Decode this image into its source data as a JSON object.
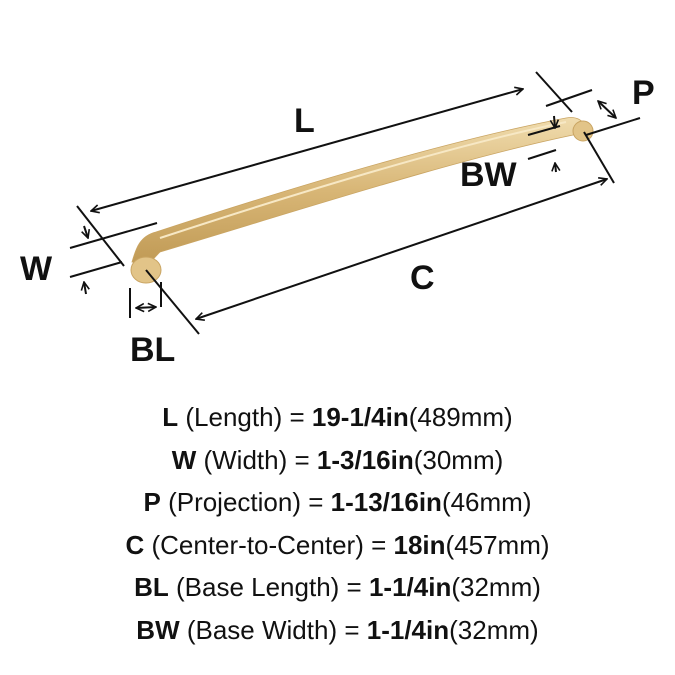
{
  "diagram": {
    "labels": {
      "L": "L",
      "W": "W",
      "P": "P",
      "C": "C",
      "BL": "BL",
      "BW": "BW"
    },
    "colors": {
      "handle": "#d8b676",
      "handle_light": "#f0dcae",
      "handle_dark": "#b8924c",
      "lines": "#111111"
    }
  },
  "specs": [
    {
      "code": "L",
      "name": " (Length) = ",
      "imperial": "19-1/4in",
      "metric": "(489mm)"
    },
    {
      "code": "W",
      "name": " (Width) = ",
      "imperial": "1-3/16in",
      "metric": "(30mm)"
    },
    {
      "code": "P",
      "name": " (Projection) = ",
      "imperial": "1-13/16in",
      "metric": "(46mm)"
    },
    {
      "code": "C",
      "name": " (Center-to-Center) = ",
      "imperial": "18in",
      "metric": "(457mm)"
    },
    {
      "code": "BL",
      "name": " (Base Length) = ",
      "imperial": "1-1/4in",
      "metric": "(32mm)"
    },
    {
      "code": "BW",
      "name": " (Base Width) = ",
      "imperial": "1-1/4in",
      "metric": "(32mm)"
    }
  ]
}
